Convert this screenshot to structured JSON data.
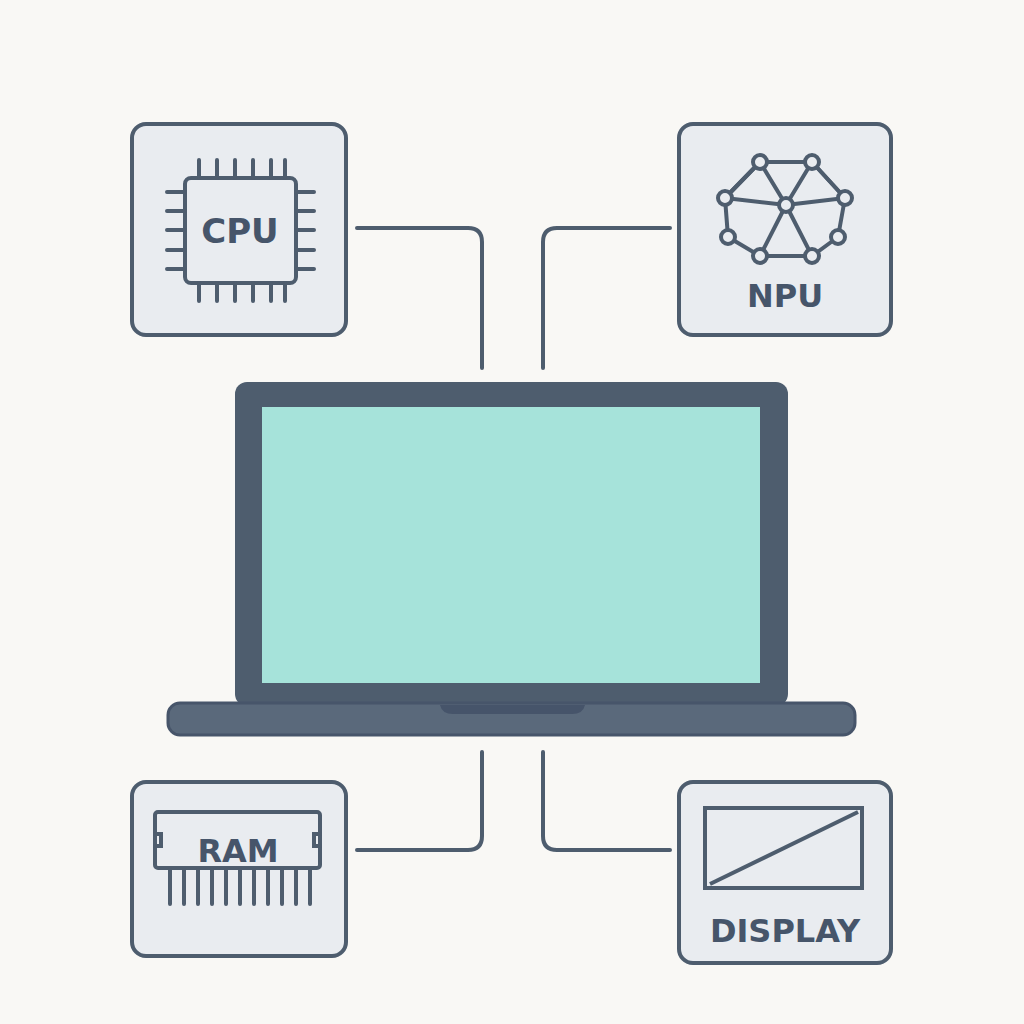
{
  "diagram": {
    "nodes": [
      {
        "text": [
          "CPU"
        ]
      },
      {
        "text": [
          "NPU"
        ]
      },
      {
        "text": [
          "RAM"
        ]
      },
      {
        "text": [
          "DISPLAY"
        ]
      }
    ]
  }
}
